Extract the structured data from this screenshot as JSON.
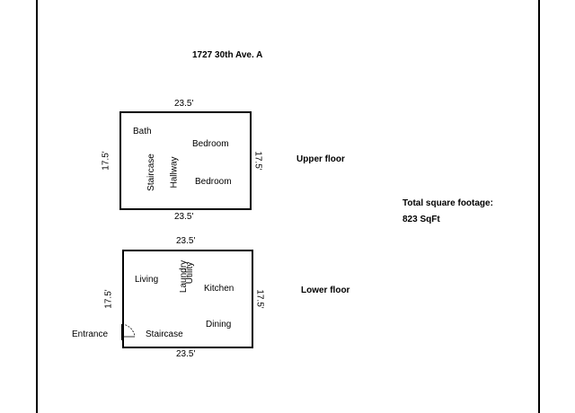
{
  "title": "1727 30th Ave. A",
  "upper_floor": {
    "label": "Upper floor",
    "dim_top": "23.5'",
    "dim_bottom": "23.5'",
    "dim_left": "17.5'",
    "dim_right": "17.5'",
    "rooms": {
      "bath": "Bath",
      "bedroom_1": "Bedroom",
      "bedroom_2": "Bedroom",
      "staircase": "Staircase",
      "hallway": "Hallway"
    }
  },
  "lower_floor": {
    "label": "Lower floor",
    "dim_top": "23.5'",
    "dim_bottom": "23.5'",
    "dim_left": "17.5'",
    "dim_right": "17.5'",
    "rooms": {
      "living": "Living",
      "laundry": "Laundry",
      "utility": "Utility",
      "kitchen": "Kitchen",
      "dining": "Dining",
      "staircase": "Staircase"
    },
    "entrance": "Entrance"
  },
  "total": {
    "label": "Total square footage:",
    "value": "823 SqFt"
  }
}
